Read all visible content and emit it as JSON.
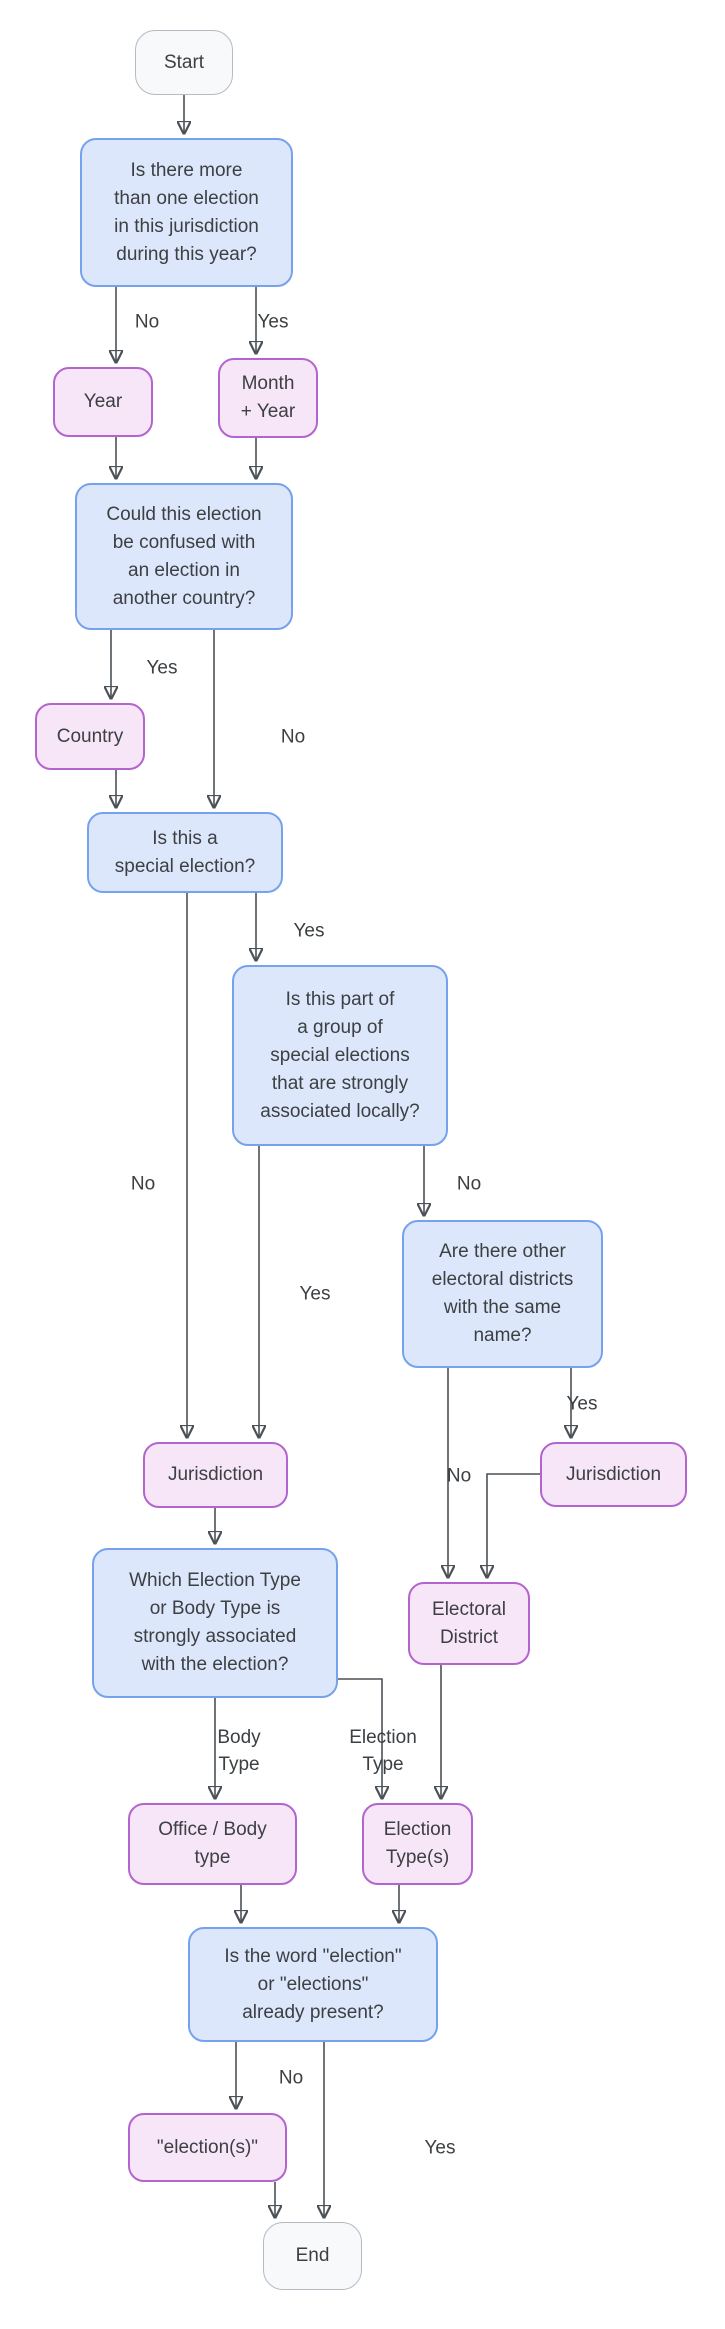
{
  "diagram": {
    "type": "flowchart",
    "direction": "top-down",
    "topic": "Election naming decision flow",
    "colors": {
      "question_fill": "#dde7fb",
      "question_border": "#75a2ec",
      "result_fill": "#f7e5f8",
      "result_border": "#b364ce",
      "terminal_fill": "#f8f9fb",
      "terminal_border": "#b4bbc2",
      "edge_line": "#4b5157",
      "arrowhead": "#3a4046",
      "text": "#3c4043",
      "background": "#ffffff"
    },
    "nodes": {
      "start": {
        "label": "Start",
        "kind": "terminal"
      },
      "q_multiple": {
        "label": "Is there more\nthan one election\nin this jurisdiction\nduring this year?",
        "kind": "question"
      },
      "year": {
        "label": "Year",
        "kind": "result"
      },
      "month_year": {
        "label": "Month\n+ Year",
        "kind": "result"
      },
      "q_confused": {
        "label": "Could this election\nbe confused with\nan election in\nanother country?",
        "kind": "question"
      },
      "country": {
        "label": "Country",
        "kind": "result"
      },
      "q_special": {
        "label": "Is this a\nspecial election?",
        "kind": "question"
      },
      "q_group": {
        "label": "Is this part of\na group of\nspecial elections\nthat are strongly\nassociated locally?",
        "kind": "question"
      },
      "q_other_districts": {
        "label": "Are there other\nelectoral districts\nwith the same\nname?",
        "kind": "question"
      },
      "jurisdiction_right": {
        "label": "Jurisdiction",
        "kind": "result"
      },
      "jurisdiction_left": {
        "label": "Jurisdiction",
        "kind": "result"
      },
      "electoral_district": {
        "label": "Electoral\nDistrict",
        "kind": "result"
      },
      "q_which_type": {
        "label": "Which Election Type\nor Body Type is\nstrongly associated\nwith the election?",
        "kind": "question"
      },
      "office_body_type": {
        "label": "Office / Body\ntype",
        "kind": "result"
      },
      "election_types": {
        "label": "Election\nType(s)",
        "kind": "result"
      },
      "q_word_election": {
        "label": "Is the word \"election\"\nor \"elections\"\nalready present?",
        "kind": "question"
      },
      "election_s": {
        "label": "\"election(s)\"",
        "kind": "result"
      },
      "end": {
        "label": "End",
        "kind": "terminal"
      }
    },
    "edge_labels": {
      "more_than_one_no": "No",
      "more_than_one_yes": "Yes",
      "confused_yes": "Yes",
      "confused_no": "No",
      "special_yes": "Yes",
      "special_no": "No",
      "group_no": "No",
      "group_yes": "Yes",
      "districts_yes": "Yes",
      "districts_no": "No",
      "body_type": "Body\nType",
      "election_type": "Election\nType",
      "word_no": "No",
      "word_yes": "Yes"
    }
  }
}
